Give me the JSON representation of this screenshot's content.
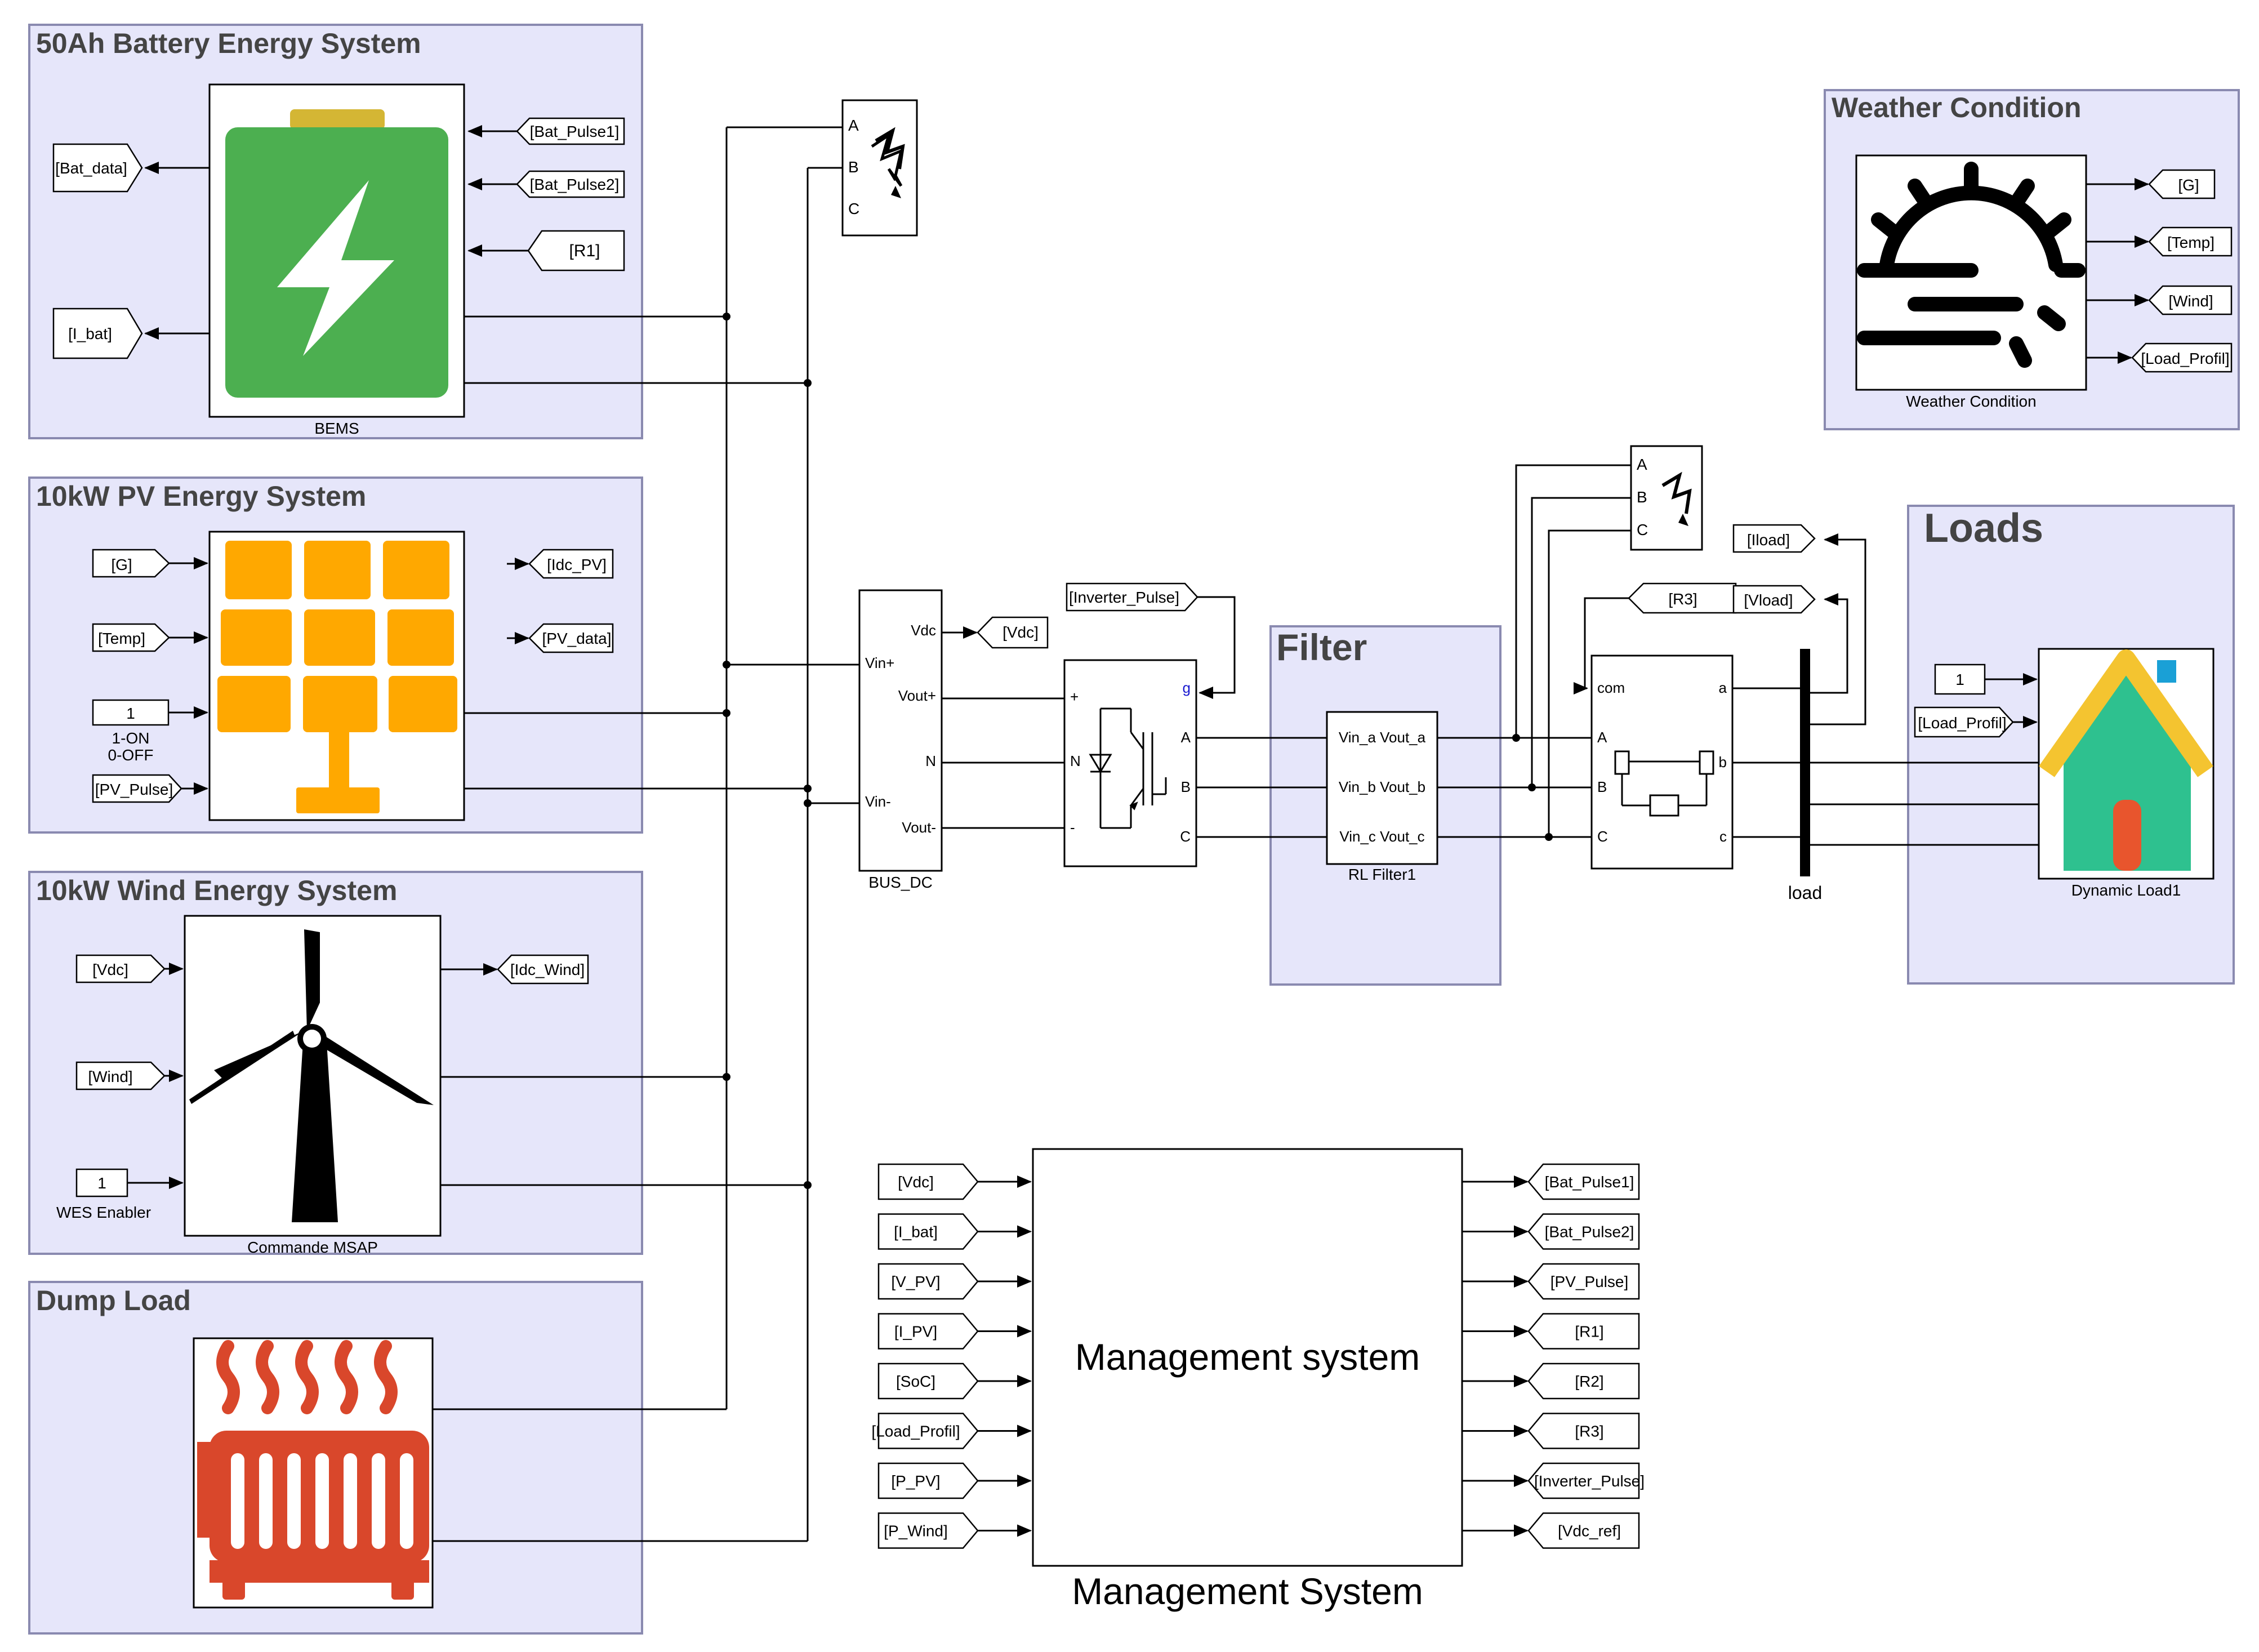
{
  "colors": {
    "subsystem_fill": "#e6e6fa",
    "subsystem_stroke": "#8a8ab0",
    "battery_green": "#4caf50",
    "battery_cap": "#d4b634",
    "pv_orange": "#ffa800",
    "heater_red": "#d9472b",
    "house_green": "#2ec18f",
    "house_roof": "#f4c430",
    "house_door": "#e8552d",
    "wire": "#000000"
  },
  "subsystems": {
    "battery": "50Ah Battery Energy System",
    "pv": "10kW PV Energy System",
    "wind": "10kW Wind Energy System",
    "dump": "Dump Load",
    "weather": "Weather Condition",
    "filter": "Filter",
    "loads": "Loads"
  },
  "blocks": {
    "bems": "BEMS",
    "weather": "Weather Condition",
    "wind": "Commande MSAP",
    "bus": "BUS_DC",
    "rl_filter": "RL Filter1",
    "load_bus": "load",
    "dynamic_load": "Dynamic Load1",
    "management_inner": "Management system",
    "management_caption": "Management System"
  },
  "tags": {
    "bat_pulse1": "[Bat_Pulse1]",
    "bat_pulse2": "[Bat_Pulse2]",
    "r1": "[R1]",
    "bat_data": "[Bat_data]",
    "i_bat": "[I_bat]",
    "g": "[G]",
    "temp": "[Temp]",
    "pv_pulse": "[PV_Pulse]",
    "idc_pv": "[Idc_PV]",
    "pv_data": "[PV_data]",
    "vdc": "[Vdc]",
    "wind": "[Wind]",
    "idc_wind": "[Idc_Wind]",
    "load_profil_w": "[Load_Profil]",
    "load_profil": "[Load_Profil]",
    "inverter_pulse": "[Inverter_Pulse]",
    "vdc_bus": "[Vdc]",
    "iload": "[Iload]",
    "r3": "[R3]",
    "vload": "[Vload]"
  },
  "constants": {
    "pv_enable": {
      "value": "1",
      "caption_line1": "1-ON",
      "caption_line2": "0-OFF"
    },
    "wes_enable": {
      "value": "1",
      "caption": "WES Enabler"
    },
    "loads_const": {
      "value": "1"
    }
  },
  "ports": {
    "bus_vdc": "Vdc",
    "bus_vin_plus": "Vin+",
    "bus_vout_plus": "Vout+",
    "bus_n": "N",
    "bus_vin_minus": "Vin-",
    "bus_vout_minus": "Vout-",
    "inv_plus": "+",
    "inv_n": "N",
    "inv_minus": "-",
    "inv_g": "g",
    "inv_a": "A",
    "inv_b": "B",
    "inv_c": "C",
    "filt_a": "Vin_a Vout_a",
    "filt_b": "Vin_b Vout_b",
    "filt_c": "Vin_c Vout_c",
    "load_com": "com",
    "load_in_a": "A",
    "load_in_b": "B",
    "load_in_c": "C",
    "load_out_a": "a",
    "load_out_b": "b",
    "load_out_c": "c",
    "fault1_a": "A",
    "fault1_b": "B",
    "fault1_c": "C",
    "fault2_a": "A",
    "fault2_b": "B",
    "fault2_c": "C"
  },
  "management": {
    "inputs": [
      "[Vdc]",
      "[I_bat]",
      "[V_PV]",
      "[I_PV]",
      "[SoC]",
      "[Load_Profil]",
      "[P_PV]",
      "[P_Wind]"
    ],
    "outputs": [
      "[Bat_Pulse1]",
      "[Bat_Pulse2]",
      "[PV_Pulse]",
      "[R1]",
      "[R2]",
      "[R3]",
      "[Inverter_Pulse]",
      "[Vdc_ref]"
    ]
  }
}
